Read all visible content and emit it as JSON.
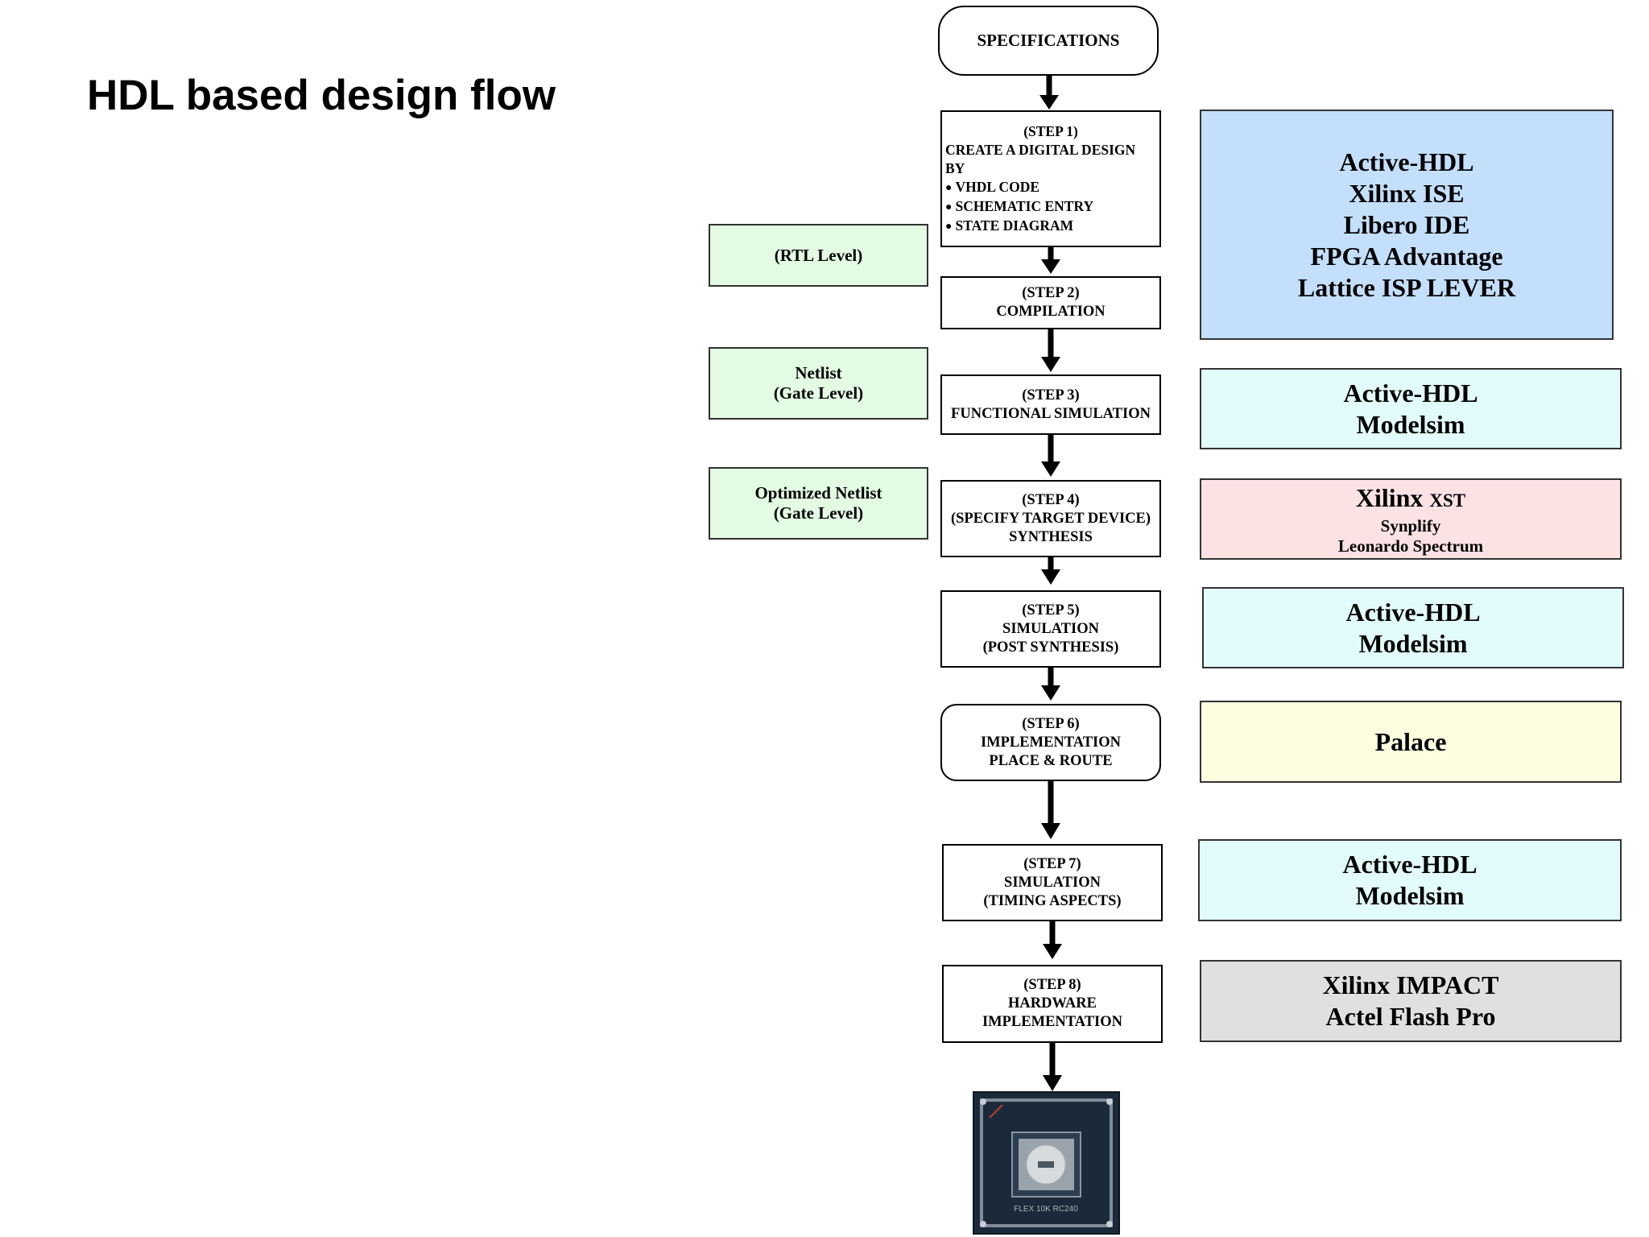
{
  "title": "HDL based design flow",
  "flow": {
    "specifications": "SPECIFICATIONS",
    "step1": {
      "heading": "(STEP 1)",
      "line1": "CREATE A DIGITAL DESIGN",
      "line2": "BY",
      "bullets": [
        "VHDL CODE",
        "SCHEMATIC ENTRY",
        "STATE DIAGRAM"
      ]
    },
    "step2": [
      "(STEP 2)",
      "COMPILATION"
    ],
    "step3": [
      "(STEP 3)",
      "FUNCTIONAL SIMULATION"
    ],
    "step4": [
      "(STEP 4)",
      "(SPECIFY TARGET DEVICE)",
      "SYNTHESIS"
    ],
    "step5": [
      "(STEP 5)",
      "SIMULATION",
      "(POST SYNTHESIS)"
    ],
    "step6": [
      "(STEP 6)",
      "IMPLEMENTATION",
      "PLACE & ROUTE"
    ],
    "step7": [
      "(STEP 7)",
      "SIMULATION",
      "(TIMING ASPECTS)"
    ],
    "step8": [
      "(STEP 8)",
      "HARDWARE",
      "IMPLEMENTATION"
    ]
  },
  "levels": {
    "rtl": "(RTL Level)",
    "netlist": [
      "Netlist",
      "(Gate Level)"
    ],
    "optimized": [
      "Optimized Netlist",
      "(Gate Level)"
    ]
  },
  "tools": {
    "design_entry": [
      "Active-HDL",
      "Xilinx ISE",
      "Libero IDE",
      "FPGA Advantage",
      "Lattice ISP LEVER"
    ],
    "functional_sim": [
      "Active-HDL",
      "Modelsim"
    ],
    "synthesis": {
      "main": "Xilinx",
      "main_suffix": "XST",
      "others": [
        "Synplify",
        "Leonardo Spectrum"
      ]
    },
    "post_synth_sim": [
      "Active-HDL",
      "Modelsim"
    ],
    "place_route": "Palace",
    "timing_sim": [
      "Active-HDL",
      "Modelsim"
    ],
    "programming": [
      "Xilinx IMPACT",
      "Actel Flash Pro"
    ]
  },
  "board_label": "FLEX 10K RC240",
  "colors": {
    "design_entry_bg": "#c3dffb",
    "sim_bg": "#e2fbfb",
    "synthesis_bg": "#fde2e4",
    "place_route_bg": "#fdfde0",
    "programming_bg": "#e0e0e0",
    "level_bg": "#e2fbe2"
  }
}
